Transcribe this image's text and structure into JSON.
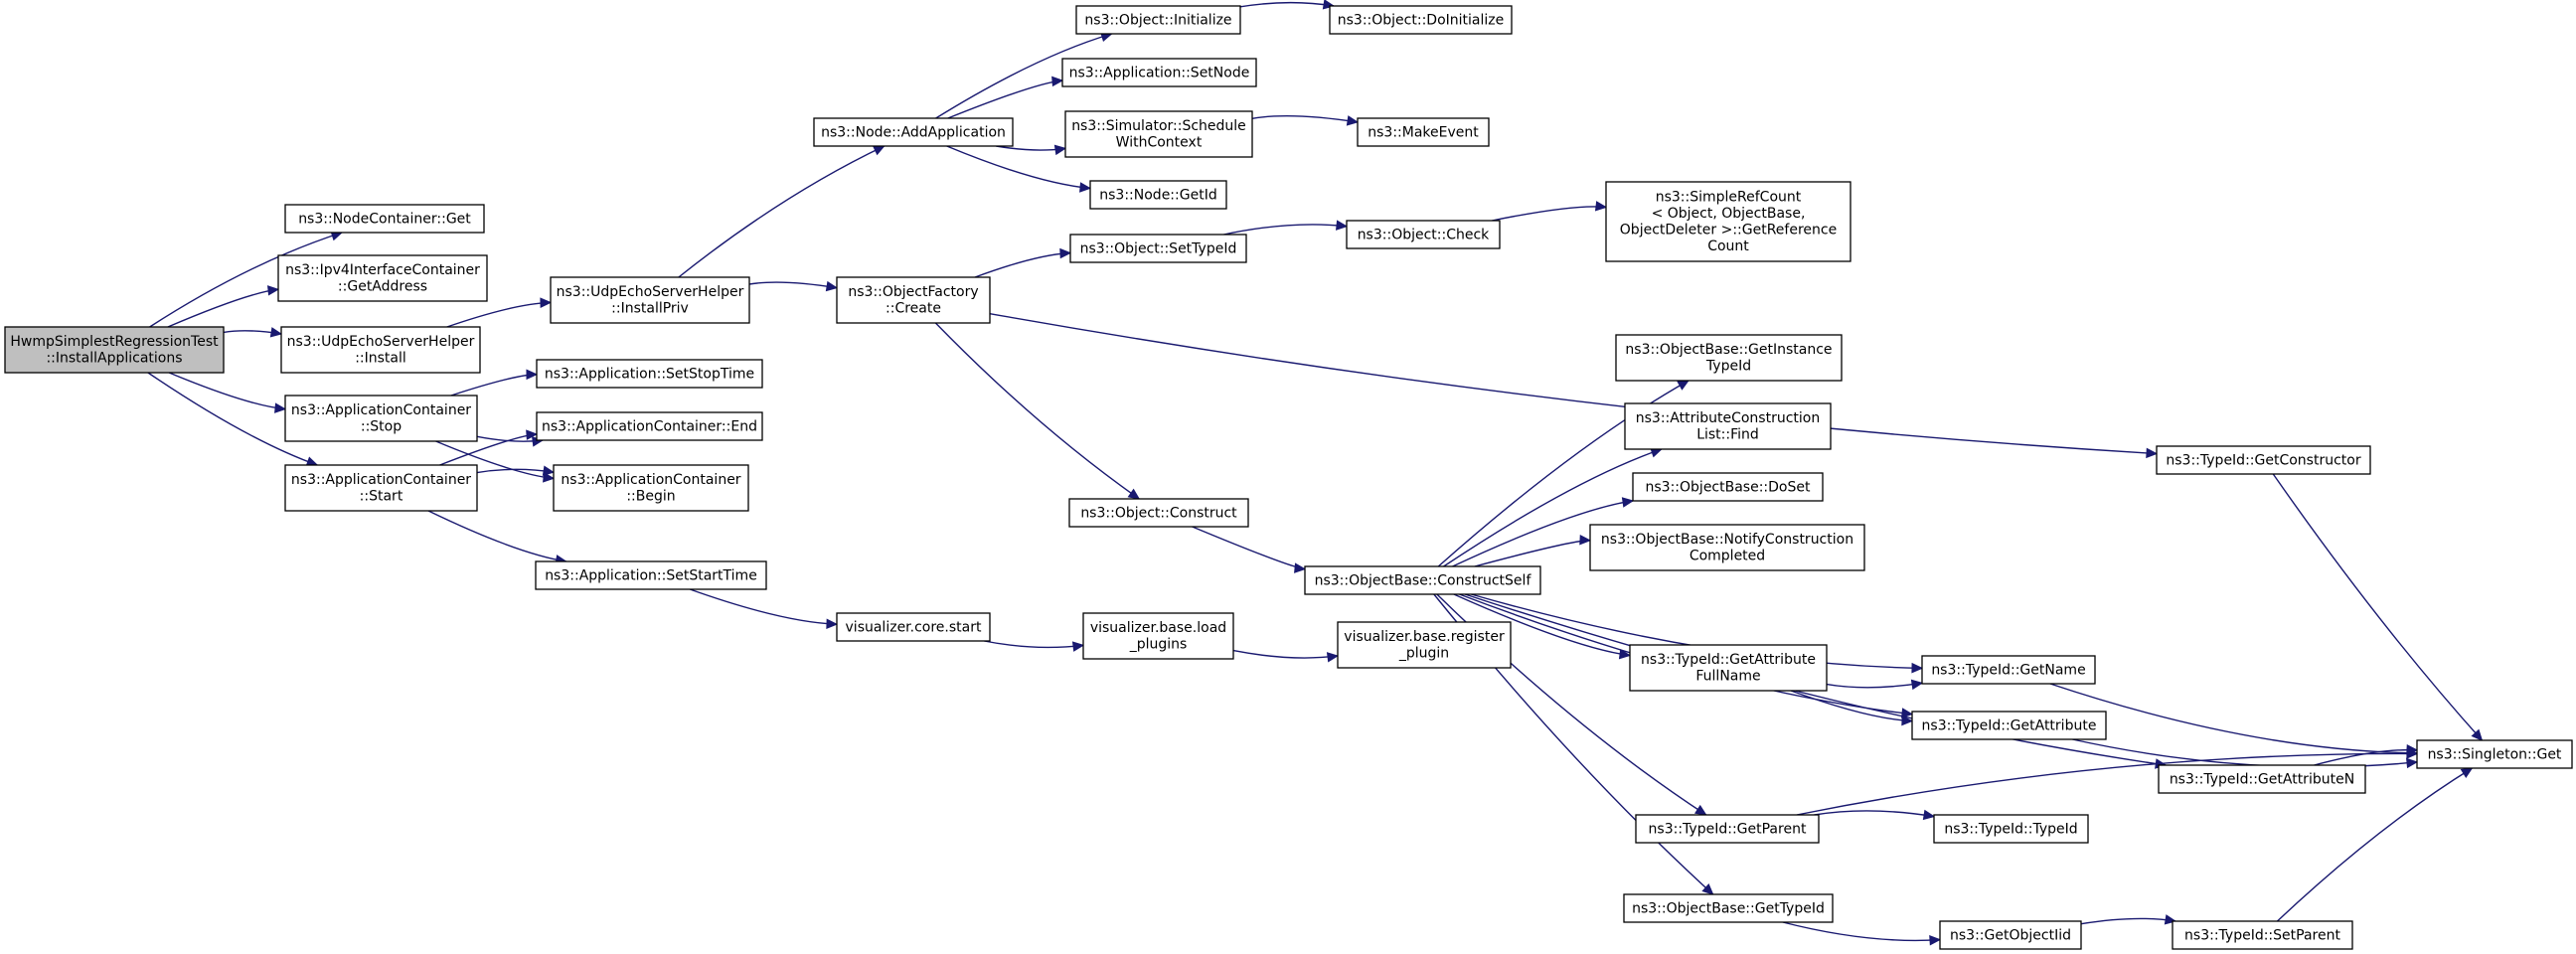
{
  "diagram": {
    "title": "",
    "colors": {
      "edge": "#191970",
      "root_fill": "#bfbfbf",
      "node_fill": "#ffffff",
      "node_border": "#000000"
    },
    "nodes": [
      {
        "id": "root",
        "lines": [
          "HwmpSimplestRegressionTest",
          "::InstallApplications"
        ],
        "root": true
      },
      {
        "id": "nc_get",
        "lines": [
          "ns3::NodeContainer::Get"
        ]
      },
      {
        "id": "ipv4_getaddr",
        "lines": [
          "ns3::Ipv4InterfaceContainer",
          "::GetAddress"
        ]
      },
      {
        "id": "udp_install",
        "lines": [
          "ns3::UdpEchoServerHelper",
          "::Install"
        ]
      },
      {
        "id": "ac_stop",
        "lines": [
          "ns3::ApplicationContainer",
          "::Stop"
        ]
      },
      {
        "id": "ac_start",
        "lines": [
          "ns3::ApplicationContainer",
          "::Start"
        ]
      },
      {
        "id": "udp_installpriv",
        "lines": [
          "ns3::UdpEchoServerHelper",
          "::InstallPriv"
        ]
      },
      {
        "id": "app_setstoptime",
        "lines": [
          "ns3::Application::SetStopTime"
        ]
      },
      {
        "id": "ac_end",
        "lines": [
          "ns3::ApplicationContainer::End"
        ]
      },
      {
        "id": "ac_begin",
        "lines": [
          "ns3::ApplicationContainer",
          "::Begin"
        ]
      },
      {
        "id": "app_setstarttime",
        "lines": [
          "ns3::Application::SetStartTime"
        ]
      },
      {
        "id": "node_addapp",
        "lines": [
          "ns3::Node::AddApplication"
        ]
      },
      {
        "id": "objfactory_create",
        "lines": [
          "ns3::ObjectFactory",
          "::Create"
        ]
      },
      {
        "id": "vis_core_start",
        "lines": [
          "visualizer.core.start"
        ]
      },
      {
        "id": "obj_initialize",
        "lines": [
          "ns3::Object::Initialize"
        ]
      },
      {
        "id": "app_setnode",
        "lines": [
          "ns3::Application::SetNode"
        ]
      },
      {
        "id": "sim_schedule",
        "lines": [
          "ns3::Simulator::Schedule",
          "WithContext"
        ]
      },
      {
        "id": "node_getid",
        "lines": [
          "ns3::Node::GetId"
        ]
      },
      {
        "id": "obj_settypeid",
        "lines": [
          "ns3::Object::SetTypeId"
        ]
      },
      {
        "id": "obj_construct",
        "lines": [
          "ns3::Object::Construct"
        ]
      },
      {
        "id": "vis_load_plugins",
        "lines": [
          "visualizer.base.load",
          "_plugins"
        ]
      },
      {
        "id": "obj_doinitialize",
        "lines": [
          "ns3::Object::DoInitialize"
        ]
      },
      {
        "id": "makeevent",
        "lines": [
          "ns3::MakeEvent"
        ]
      },
      {
        "id": "obj_check",
        "lines": [
          "ns3::Object::Check"
        ]
      },
      {
        "id": "objbase_constructself",
        "lines": [
          "ns3::ObjectBase::ConstructSelf"
        ]
      },
      {
        "id": "vis_register_plugin",
        "lines": [
          "visualizer.base.register",
          "_plugin"
        ]
      },
      {
        "id": "simplerefcount",
        "lines": [
          "ns3::SimpleRefCount",
          "< Object, ObjectBase,",
          " ObjectDeleter >::GetReference",
          "Count"
        ]
      },
      {
        "id": "objbase_getinstancetypeid",
        "lines": [
          "ns3::ObjectBase::GetInstance",
          "TypeId"
        ]
      },
      {
        "id": "attrconstr_find",
        "lines": [
          "ns3::AttributeConstruction",
          "List::Find"
        ]
      },
      {
        "id": "objbase_doset",
        "lines": [
          "ns3::ObjectBase::DoSet"
        ]
      },
      {
        "id": "objbase_notify",
        "lines": [
          "ns3::ObjectBase::NotifyConstruction",
          "Completed"
        ]
      },
      {
        "id": "typeid_getattrfullname",
        "lines": [
          "ns3::TypeId::GetAttribute",
          "FullName"
        ]
      },
      {
        "id": "typeid_getparent",
        "lines": [
          "ns3::TypeId::GetParent"
        ]
      },
      {
        "id": "objbase_gettypeid",
        "lines": [
          "ns3::ObjectBase::GetTypeId"
        ]
      },
      {
        "id": "typeid_getname",
        "lines": [
          "ns3::TypeId::GetName"
        ]
      },
      {
        "id": "typeid_getattribute",
        "lines": [
          "ns3::TypeId::GetAttribute"
        ]
      },
      {
        "id": "typeid_typeid",
        "lines": [
          "ns3::TypeId::TypeId"
        ]
      },
      {
        "id": "getobjectiid",
        "lines": [
          "ns3::GetObjectIid"
        ]
      },
      {
        "id": "typeid_getconstructor",
        "lines": [
          "ns3::TypeId::GetConstructor"
        ]
      },
      {
        "id": "typeid_getattributen",
        "lines": [
          "ns3::TypeId::GetAttributeN"
        ]
      },
      {
        "id": "typeid_setparent",
        "lines": [
          "ns3::TypeId::SetParent"
        ]
      },
      {
        "id": "singleton_get",
        "lines": [
          "ns3::Singleton::Get"
        ]
      }
    ],
    "edges": [
      [
        "root",
        "nc_get"
      ],
      [
        "root",
        "ipv4_getaddr"
      ],
      [
        "root",
        "udp_install"
      ],
      [
        "root",
        "ac_stop"
      ],
      [
        "root",
        "ac_start"
      ],
      [
        "udp_install",
        "udp_installpriv"
      ],
      [
        "ac_stop",
        "app_setstoptime"
      ],
      [
        "ac_stop",
        "ac_end"
      ],
      [
        "ac_stop",
        "ac_begin"
      ],
      [
        "ac_start",
        "ac_end"
      ],
      [
        "ac_start",
        "ac_begin"
      ],
      [
        "ac_start",
        "app_setstarttime"
      ],
      [
        "udp_installpriv",
        "node_addapp"
      ],
      [
        "udp_installpriv",
        "objfactory_create"
      ],
      [
        "app_setstarttime",
        "vis_core_start"
      ],
      [
        "node_addapp",
        "obj_initialize"
      ],
      [
        "node_addapp",
        "app_setnode"
      ],
      [
        "node_addapp",
        "sim_schedule"
      ],
      [
        "node_addapp",
        "node_getid"
      ],
      [
        "objfactory_create",
        "obj_settypeid"
      ],
      [
        "objfactory_create",
        "obj_construct"
      ],
      [
        "objfactory_create",
        "typeid_getconstructor"
      ],
      [
        "vis_core_start",
        "vis_load_plugins"
      ],
      [
        "obj_initialize",
        "obj_doinitialize"
      ],
      [
        "sim_schedule",
        "makeevent"
      ],
      [
        "obj_settypeid",
        "obj_check"
      ],
      [
        "obj_construct",
        "objbase_constructself"
      ],
      [
        "vis_load_plugins",
        "vis_register_plugin"
      ],
      [
        "obj_check",
        "simplerefcount"
      ],
      [
        "objbase_constructself",
        "objbase_getinstancetypeid"
      ],
      [
        "objbase_constructself",
        "attrconstr_find"
      ],
      [
        "objbase_constructself",
        "objbase_doset"
      ],
      [
        "objbase_constructself",
        "objbase_notify"
      ],
      [
        "objbase_constructself",
        "typeid_getattrfullname"
      ],
      [
        "objbase_constructself",
        "typeid_getname"
      ],
      [
        "objbase_constructself",
        "typeid_getattribute"
      ],
      [
        "objbase_constructself",
        "typeid_getattributen"
      ],
      [
        "objbase_constructself",
        "typeid_getparent"
      ],
      [
        "objbase_constructself",
        "objbase_gettypeid"
      ],
      [
        "typeid_getattrfullname",
        "typeid_getname"
      ],
      [
        "typeid_getattrfullname",
        "typeid_getattribute"
      ],
      [
        "typeid_getparent",
        "typeid_typeid"
      ],
      [
        "typeid_getparent",
        "singleton_get"
      ],
      [
        "objbase_gettypeid",
        "getobjectiid"
      ],
      [
        "getobjectiid",
        "typeid_setparent"
      ],
      [
        "typeid_setparent",
        "singleton_get"
      ],
      [
        "typeid_getname",
        "singleton_get"
      ],
      [
        "typeid_getattribute",
        "singleton_get"
      ],
      [
        "typeid_getattributen",
        "singleton_get"
      ],
      [
        "typeid_getconstructor",
        "singleton_get"
      ]
    ]
  }
}
